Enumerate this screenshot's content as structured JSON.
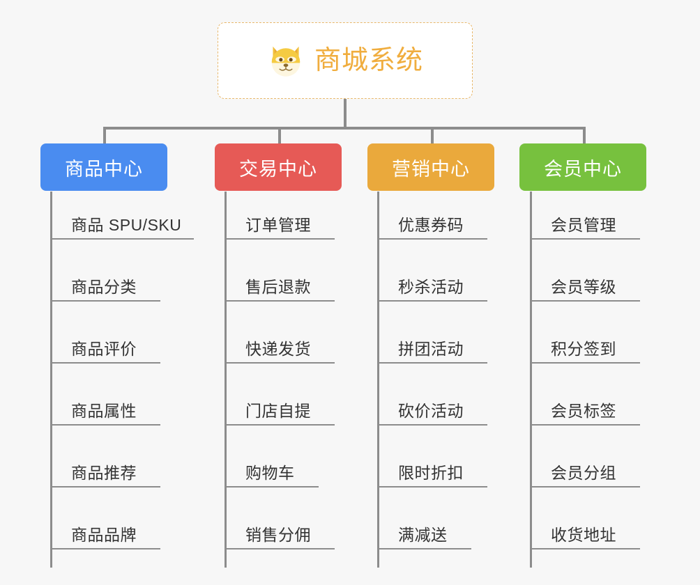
{
  "canvas": {
    "background": "#f7f7f7",
    "connector_color": "#8c8c8c"
  },
  "root": {
    "title": "商城系统",
    "icon": "shiba-dog-icon",
    "text_color": "#f0ad3e",
    "border_color": "#e8b86b",
    "background": "#ffffff"
  },
  "branches": [
    {
      "id": "product-center",
      "label": "商品中心",
      "color": "#4a8cf0",
      "items": [
        "商品 SPU/SKU",
        "商品分类",
        "商品评价",
        "商品属性",
        "商品推荐",
        "商品品牌"
      ]
    },
    {
      "id": "trade-center",
      "label": "交易中心",
      "color": "#e65a56",
      "items": [
        "订单管理",
        "售后退款",
        "快递发货",
        "门店自提",
        "购物车",
        "销售分佣"
      ]
    },
    {
      "id": "marketing-center",
      "label": "营销中心",
      "color": "#eaa93c",
      "items": [
        "优惠券码",
        "秒杀活动",
        "拼团活动",
        "砍价活动",
        "限时折扣",
        "满减送"
      ]
    },
    {
      "id": "member-center",
      "label": "会员中心",
      "color": "#77c13e",
      "items": [
        "会员管理",
        "会员等级",
        "积分签到",
        "会员标签",
        "会员分组",
        "收货地址"
      ]
    }
  ]
}
